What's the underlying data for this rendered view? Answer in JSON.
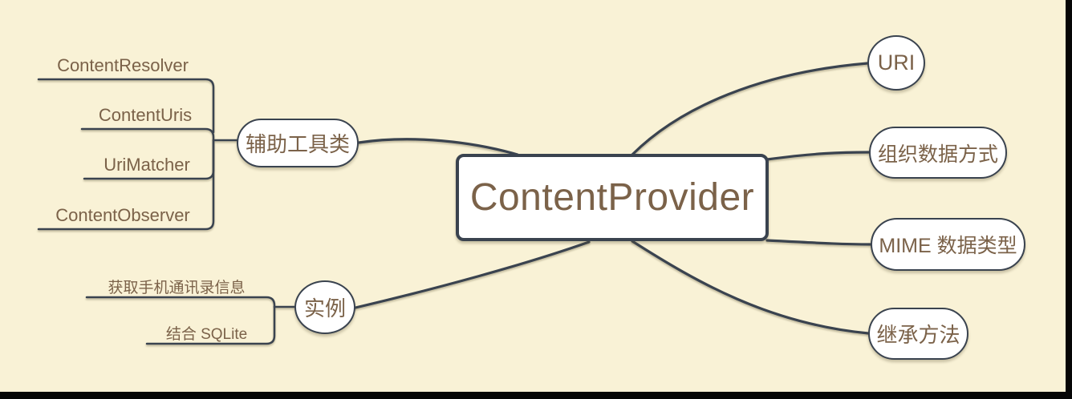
{
  "app": {
    "type": "mind-map"
  },
  "colors": {
    "background": "#f9f2d6",
    "line": "#3a434f",
    "node_fill": "#ffffff",
    "text": "#7b6249",
    "screen_edge": "#060606"
  },
  "root": {
    "label": "ContentProvider"
  },
  "left_branches": [
    {
      "label": "辅助工具类",
      "children": [
        "ContentResolver",
        "ContentUris",
        "UriMatcher",
        "ContentObserver"
      ]
    },
    {
      "label": "实例",
      "children": [
        "获取手机通讯录信息",
        "结合 SQLite"
      ]
    }
  ],
  "right_branches": [
    {
      "label": "URI"
    },
    {
      "label": "组织数据方式"
    },
    {
      "label": "MIME 数据类型"
    },
    {
      "label": "继承方法"
    }
  ]
}
